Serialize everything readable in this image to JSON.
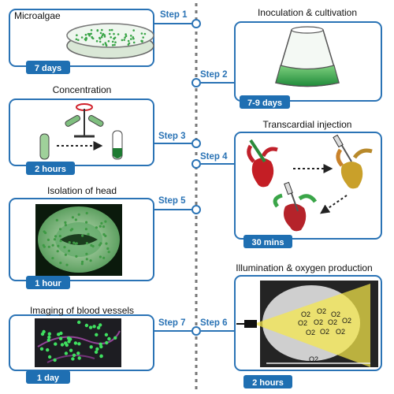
{
  "steps_left": [
    {
      "title": "Microalgae",
      "duration": "7 days",
      "step": "Step 1"
    },
    {
      "title": "Concentration",
      "duration": "2 hours",
      "step": "Step 3"
    },
    {
      "title": "Isolation of head",
      "duration": "1 hour",
      "step": "Step 5"
    },
    {
      "title": "Imaging of blood vessels",
      "duration": "1 day",
      "step": "Step 7"
    }
  ],
  "steps_right": [
    {
      "title": "Inoculation & cultivation",
      "duration": "7-9 days",
      "step": "Step 2"
    },
    {
      "title": "Transcardial injection",
      "duration": "30 mins",
      "step": "Step 4"
    },
    {
      "title": "Illumination & oxygen production",
      "duration": "2 hours",
      "step": "Step 6"
    }
  ],
  "oxygen_label": "O2",
  "colors": {
    "frame_blue": "#2a73b5",
    "badge_blue": "#1f6fb2",
    "step_blue": "#2a73b5",
    "algae_green": "#3aa548",
    "dashed_line": "#777777",
    "light_yellow": "#f5e84a"
  }
}
